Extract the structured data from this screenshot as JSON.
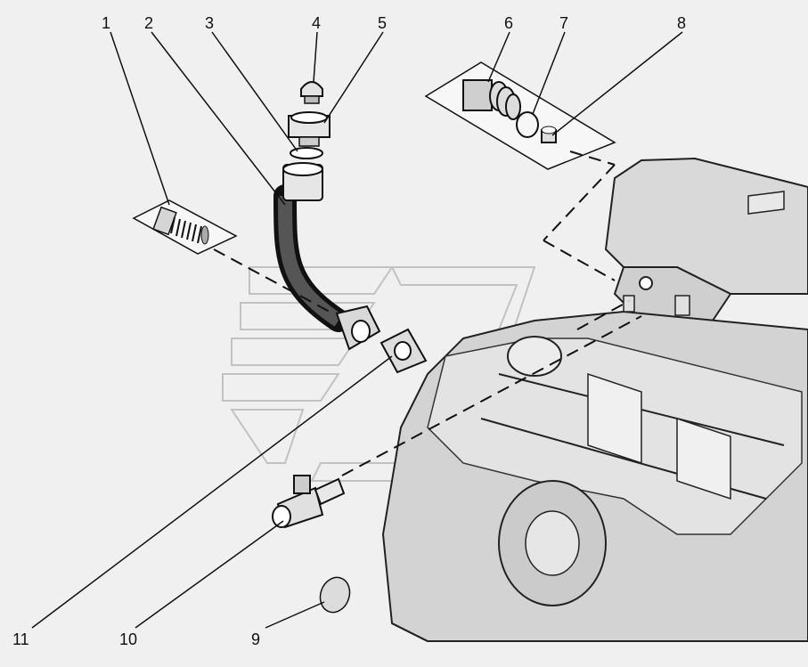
{
  "diagram": {
    "callouts": [
      {
        "id": "c1",
        "label": "1"
      },
      {
        "id": "c2",
        "label": "2"
      },
      {
        "id": "c3",
        "label": "3"
      },
      {
        "id": "c4",
        "label": "4"
      },
      {
        "id": "c5",
        "label": "5"
      },
      {
        "id": "c6",
        "label": "6"
      },
      {
        "id": "c7",
        "label": "7"
      },
      {
        "id": "c8",
        "label": "8"
      },
      {
        "id": "c9",
        "label": "9"
      },
      {
        "id": "c10",
        "label": "10"
      },
      {
        "id": "c11",
        "label": "11"
      }
    ],
    "colors": {
      "background": "#f0f0f0",
      "ink": "#111111",
      "engine_shade": "#cfcfcf",
      "watermark": "#bdbdbd"
    }
  }
}
